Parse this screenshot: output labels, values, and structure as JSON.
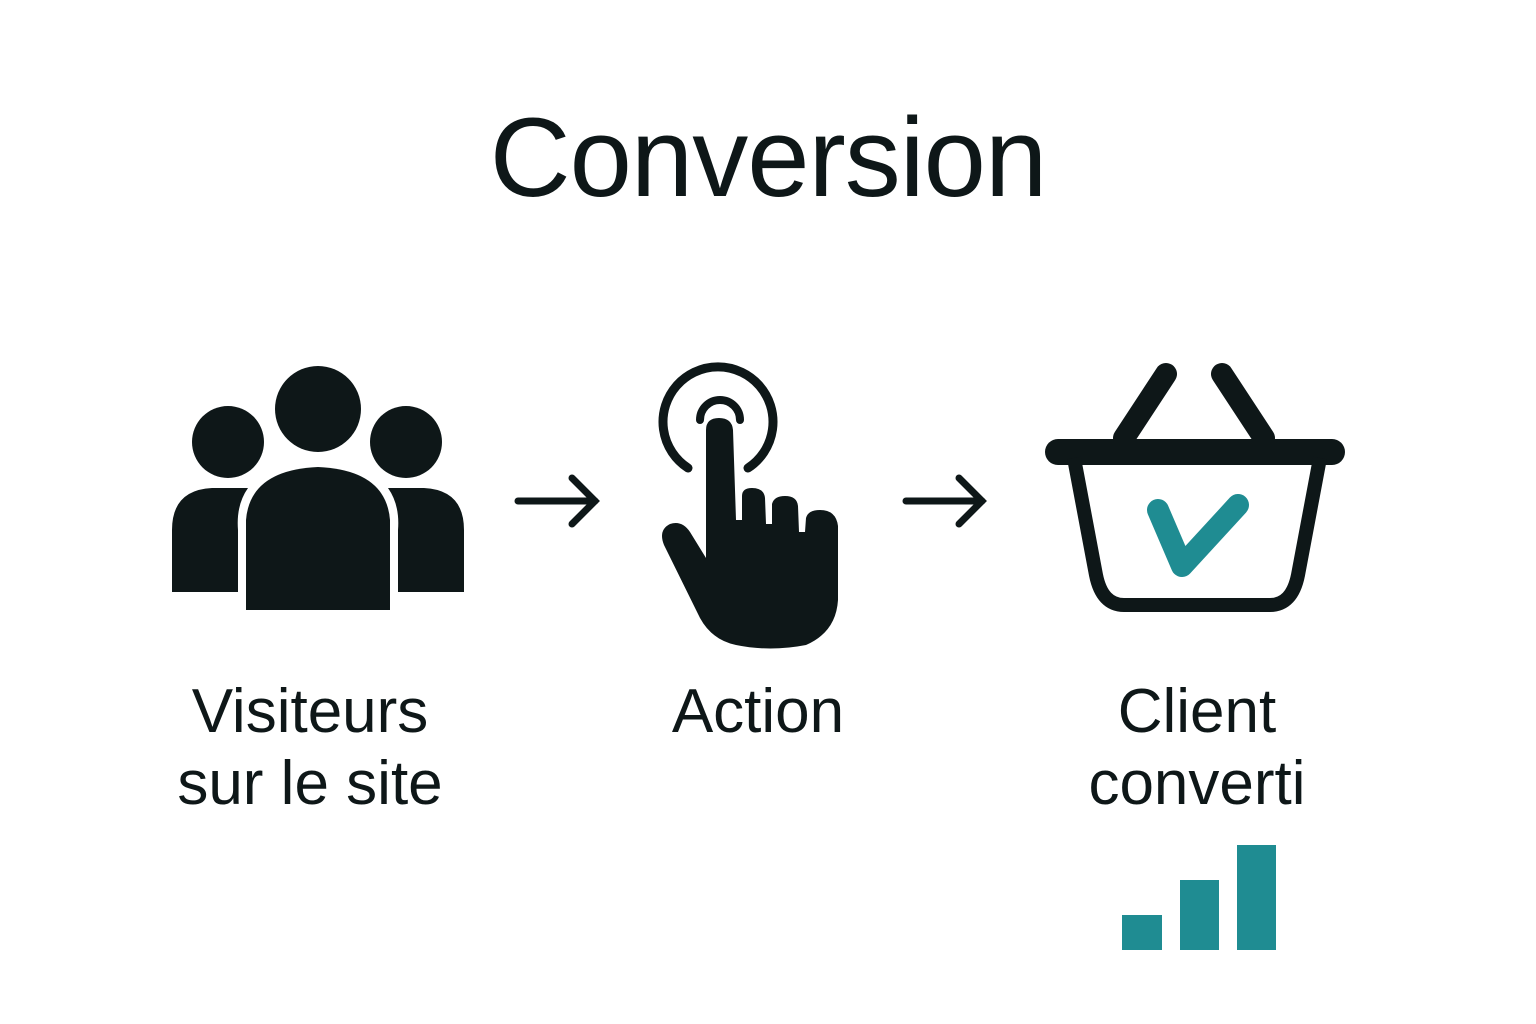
{
  "title": "Conversion",
  "steps": [
    {
      "label_line1": "Visiteurs",
      "label_line2": "sur le site",
      "icon": "users-group-icon"
    },
    {
      "label_line1": "Action",
      "icon": "hand-tap-icon"
    },
    {
      "label_line1": "Client",
      "label_line2": "converti",
      "icon": "basket-check-icon"
    }
  ],
  "colors": {
    "ink": "#0e1718",
    "accent": "#1f8c92",
    "background": "#ffffff"
  }
}
